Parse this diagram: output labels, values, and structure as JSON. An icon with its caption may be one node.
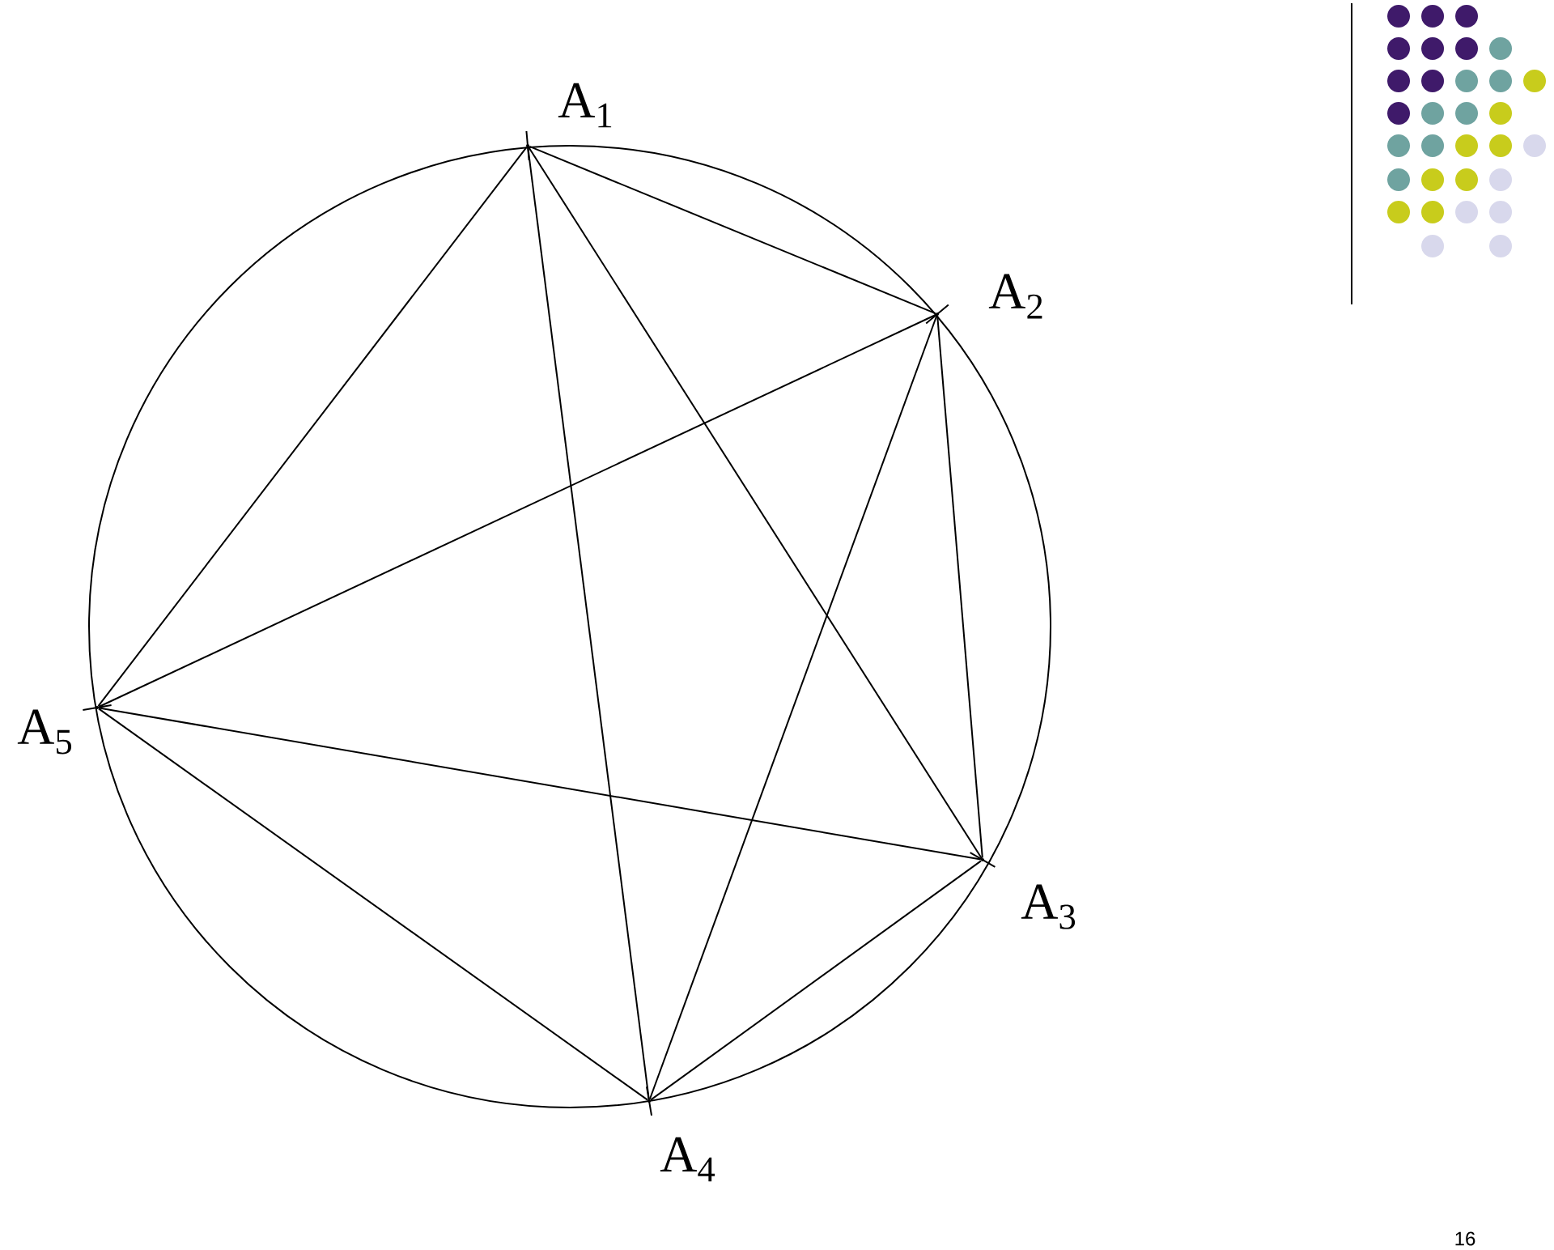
{
  "diagram": {
    "nodes": [
      {
        "text": [],
        "shape": "point",
        "beside": [
          "A$_{1}$"
        ]
      },
      {
        "text": [],
        "shape": "point",
        "beside": [
          "A$_{2}$"
        ]
      },
      {
        "text": [],
        "shape": "point",
        "beside": [
          "A$_{3}$"
        ]
      },
      {
        "text": [],
        "shape": "point",
        "beside": [
          "A$_{4}$"
        ]
      },
      {
        "text": [],
        "shape": "point",
        "beside": [
          "A$_{5}$"
        ]
      }
    ],
    "edges": [
      {
        "from": 0,
        "to": 1,
        "arrow": "none"
      },
      {
        "from": 0,
        "to": 2,
        "arrow": "none"
      },
      {
        "from": 0,
        "to": 3,
        "arrow": "none"
      },
      {
        "from": 0,
        "to": 4,
        "arrow": "none"
      },
      {
        "from": 1,
        "to": 2,
        "arrow": "none"
      },
      {
        "from": 1,
        "to": 3,
        "arrow": "none"
      },
      {
        "from": 1,
        "to": 4,
        "arrow": "none"
      },
      {
        "from": 2,
        "to": 3,
        "arrow": "none"
      },
      {
        "from": 2,
        "to": 4,
        "arrow": "none"
      },
      {
        "from": 3,
        "to": 4,
        "arrow": "none"
      }
    ],
    "labels": [
      "16"
    ]
  }
}
